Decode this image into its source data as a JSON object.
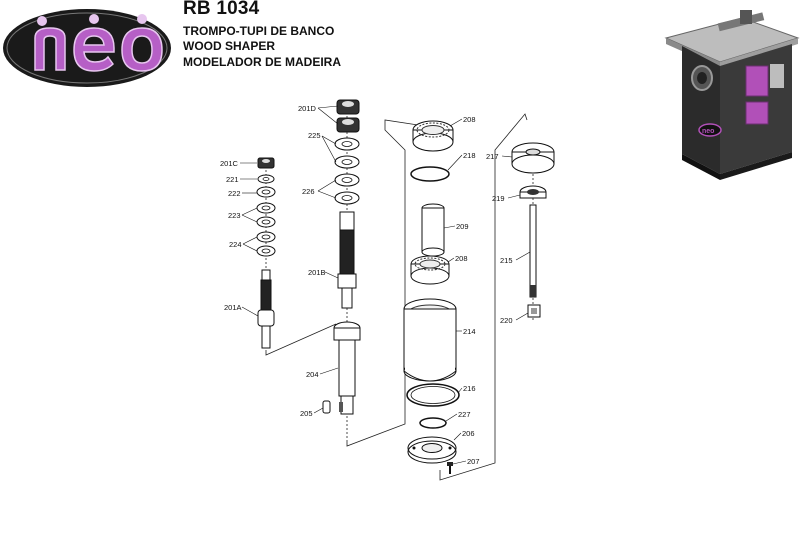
{
  "header": {
    "brand": "neo",
    "model": "RB 1034",
    "subtitle_pt": "TROMPO-TUPI DE BANCO",
    "subtitle_en": "WOOD SHAPER",
    "subtitle_pt2": "MODELADOR DE MADEIRA"
  },
  "colors": {
    "logo_bg": "#1a1a1a",
    "logo_purple": "#b65fc6",
    "machine_body": "#2b2b2b",
    "machine_accent": "#b150b8"
  },
  "parts": {
    "p201D": "201D",
    "p225": "225",
    "p201C": "201C",
    "p221": "221",
    "p222": "222",
    "p226": "226",
    "p223": "223",
    "p224": "224",
    "p201B": "201B",
    "p201A": "201A",
    "p204": "204",
    "p205": "205",
    "p208a": "208",
    "p218": "218",
    "p209": "209",
    "p208b": "208",
    "p214": "214",
    "p216": "216",
    "p227": "227",
    "p206": "206",
    "p207": "207",
    "p217": "217",
    "p219": "219",
    "p215": "215",
    "p220": "220"
  }
}
